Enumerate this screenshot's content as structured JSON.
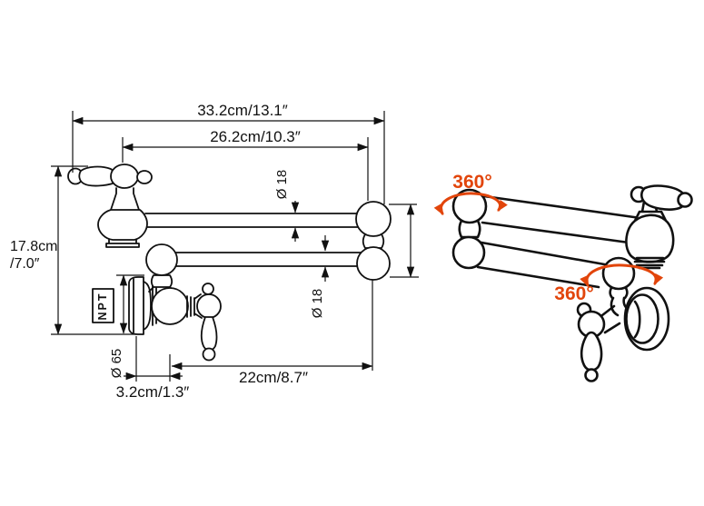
{
  "colors": {
    "ink": "#111111",
    "accent": "#e2450b",
    "background": "#ffffff"
  },
  "dimensions": {
    "total_width": "33.2cm/13.1″",
    "upper_arm_width": "26.2cm/10.3″",
    "height_cm": "17.8cm",
    "height_inch": "/7.0″",
    "upper_pipe_diameter": "Ø 18",
    "lower_pipe_diameter": "Ø 18",
    "flange_diameter": "Ø 65",
    "thread_type": "NPT",
    "wall_to_center": "3.2cm/1.3″",
    "lower_arm_length": "22cm/8.7″"
  },
  "illustration": {
    "swivel_top": "360°",
    "swivel_bottom": "360°"
  }
}
